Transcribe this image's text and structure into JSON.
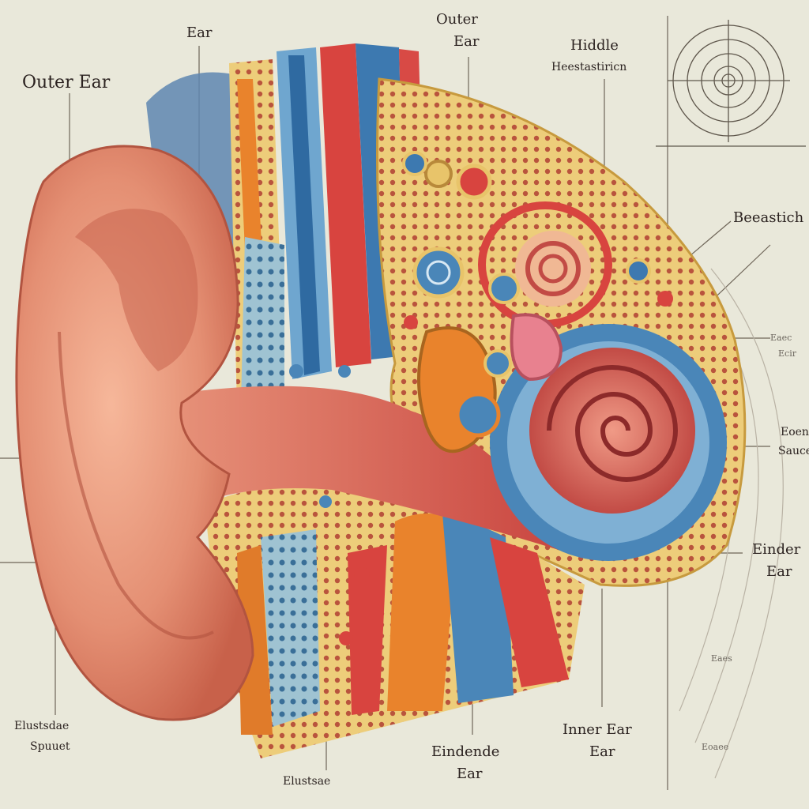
{
  "labels": {
    "outer_ear_left": "Outer Ear",
    "ear_top": "Ear",
    "outer_ear_top_line1": "Outer",
    "outer_ear_top_line2": "Ear",
    "middle_line1": "Hiddle",
    "middle_line2": "Heestastiricn",
    "right_upper": "Beeastich",
    "right_faint1": "Eaec",
    "right_faint2": "Ecir",
    "right_mid_line1": "Eoen",
    "right_mid_line2": "Sauce",
    "right_lower_line1": "Einder",
    "right_lower_line2": "Ear",
    "right_bottom_faint": "Eaes",
    "right_bottom_faint2": "Eoaee",
    "bottom_left_line1": "Elustsdae",
    "bottom_left_line2": "Spuuet",
    "bottom_center": "Elustsae",
    "bottom_mid_line1": "Eindende",
    "bottom_mid_line2": "Ear",
    "inner_ear_line1": "Inner Ear",
    "inner_ear_line2": "Ear"
  },
  "colors": {
    "background": "#e9e8da",
    "skin": "#e48f73",
    "red": "#d8443f",
    "blue": "#4a86b8",
    "orange": "#e9832c",
    "bone": "#e8c46a",
    "text": "#2b2220"
  }
}
